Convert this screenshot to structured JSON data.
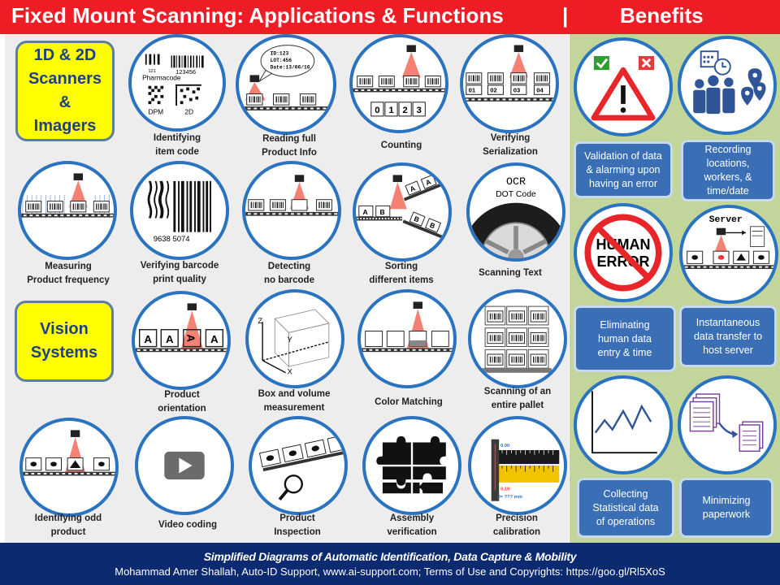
{
  "header": {
    "title": "Fixed Mount Scanning: Applications & Functions",
    "separator": "|",
    "benefits": "Benefits"
  },
  "categories": {
    "scanners": [
      "1D & 2D",
      "Scanners",
      "&",
      "Imagers"
    ],
    "vision": [
      "Vision",
      "Systems"
    ]
  },
  "icon_text": {
    "pharmacode": "Pharmacode",
    "pharma_num": "121",
    "barcode_num": "123456",
    "dpm": "DPM",
    "two_d": "2D",
    "bubble": [
      "ID:123",
      "LOT:456",
      "Date:13/06/16"
    ],
    "count_digits": [
      "0",
      "1",
      "2",
      "3"
    ],
    "serials": [
      "01",
      "02",
      "03",
      "04"
    ],
    "barcode_digits": "9638 5074",
    "sort_letters": [
      "A",
      "B"
    ],
    "ocr": "OCR",
    "dot": "DOT Code",
    "orient_letters": [
      "A",
      "A",
      "A",
      "A"
    ],
    "axes": [
      "Z",
      "Y",
      "X"
    ],
    "gauge_top": "0.00",
    "gauge_bot": "0.10",
    "gauge_d": "d= ??? mm",
    "server": "Server"
  },
  "apps": [
    {
      "id": "identifying-item-code",
      "caption": [
        "Identifying",
        "item code"
      ]
    },
    {
      "id": "reading-full-product-info",
      "caption": [
        "Reading full",
        "Product Info"
      ]
    },
    {
      "id": "counting",
      "caption": [
        "Counting"
      ]
    },
    {
      "id": "verifying-serialization",
      "caption": [
        "Verifying",
        "Serialization"
      ]
    },
    {
      "id": "measuring-product-frequency",
      "caption": [
        "Measuring",
        "Product frequency"
      ]
    },
    {
      "id": "verifying-barcode-print-quality",
      "caption": [
        "Verifying barcode",
        "print quality"
      ]
    },
    {
      "id": "detecting-no-barcode",
      "caption": [
        "Detecting",
        "no barcode"
      ]
    },
    {
      "id": "sorting-different-items",
      "caption": [
        "Sorting",
        "different items"
      ]
    },
    {
      "id": "scanning-text",
      "caption": [
        "Scanning Text"
      ]
    },
    {
      "id": "product-orientation",
      "caption": [
        "Product",
        "orientation"
      ]
    },
    {
      "id": "box-and-volume-measurement",
      "caption": [
        "Box and volume",
        "measurement"
      ]
    },
    {
      "id": "color-matching",
      "caption": [
        "Color Matching"
      ]
    },
    {
      "id": "scanning-entire-pallet",
      "caption": [
        "Scanning of an",
        "entire pallet"
      ]
    },
    {
      "id": "identifying-odd-product",
      "caption": [
        "Identifying odd",
        "product"
      ]
    },
    {
      "id": "video-coding",
      "caption": [
        "Video coding"
      ]
    },
    {
      "id": "product-inspection",
      "caption": [
        "Product",
        "Inspection"
      ]
    },
    {
      "id": "assembly-verification",
      "caption": [
        "Assembly",
        "verification"
      ]
    },
    {
      "id": "precision-calibration",
      "caption": [
        "Precision",
        "calibration"
      ]
    }
  ],
  "benefits": [
    {
      "id": "validation-alarming",
      "text": [
        "Validation of data",
        "& alarming upon",
        "having an error"
      ]
    },
    {
      "id": "recording-locations",
      "text": [
        "Recording",
        "locations,",
        "workers, &",
        "time/date"
      ]
    },
    {
      "id": "eliminating-human-entry",
      "text": [
        "Eliminating",
        "human data",
        "entry & time"
      ]
    },
    {
      "id": "instant-transfer",
      "text": [
        "Instantaneous",
        "data transfer to",
        "host server"
      ]
    },
    {
      "id": "collecting-statistics",
      "text": [
        "Collecting",
        "Statistical data",
        "of operations"
      ]
    },
    {
      "id": "minimizing-paperwork",
      "text": [
        "Minimizing",
        "paperwork"
      ]
    }
  ],
  "human_error": [
    "HUMAN",
    "ERROR"
  ],
  "footer": {
    "line1": "Simplified Diagrams of Automatic Identification, Data Capture & Mobility",
    "line2": "Mohammad Amer Shallah, Auto-ID Support, www.ai-support.com;  Terms of Use and Copyrights: https://goo.gl/Rl5XoS"
  },
  "colors": {
    "header_red": "#ee1c25",
    "footer_navy": "#0b2a6f",
    "circle_blue": "#2a73c0",
    "category_yellow": "#ffff00",
    "benefit_blue": "#3a6fb6",
    "benefit_bg": "#c2d69b",
    "scan_beam": "#f26b5b"
  }
}
